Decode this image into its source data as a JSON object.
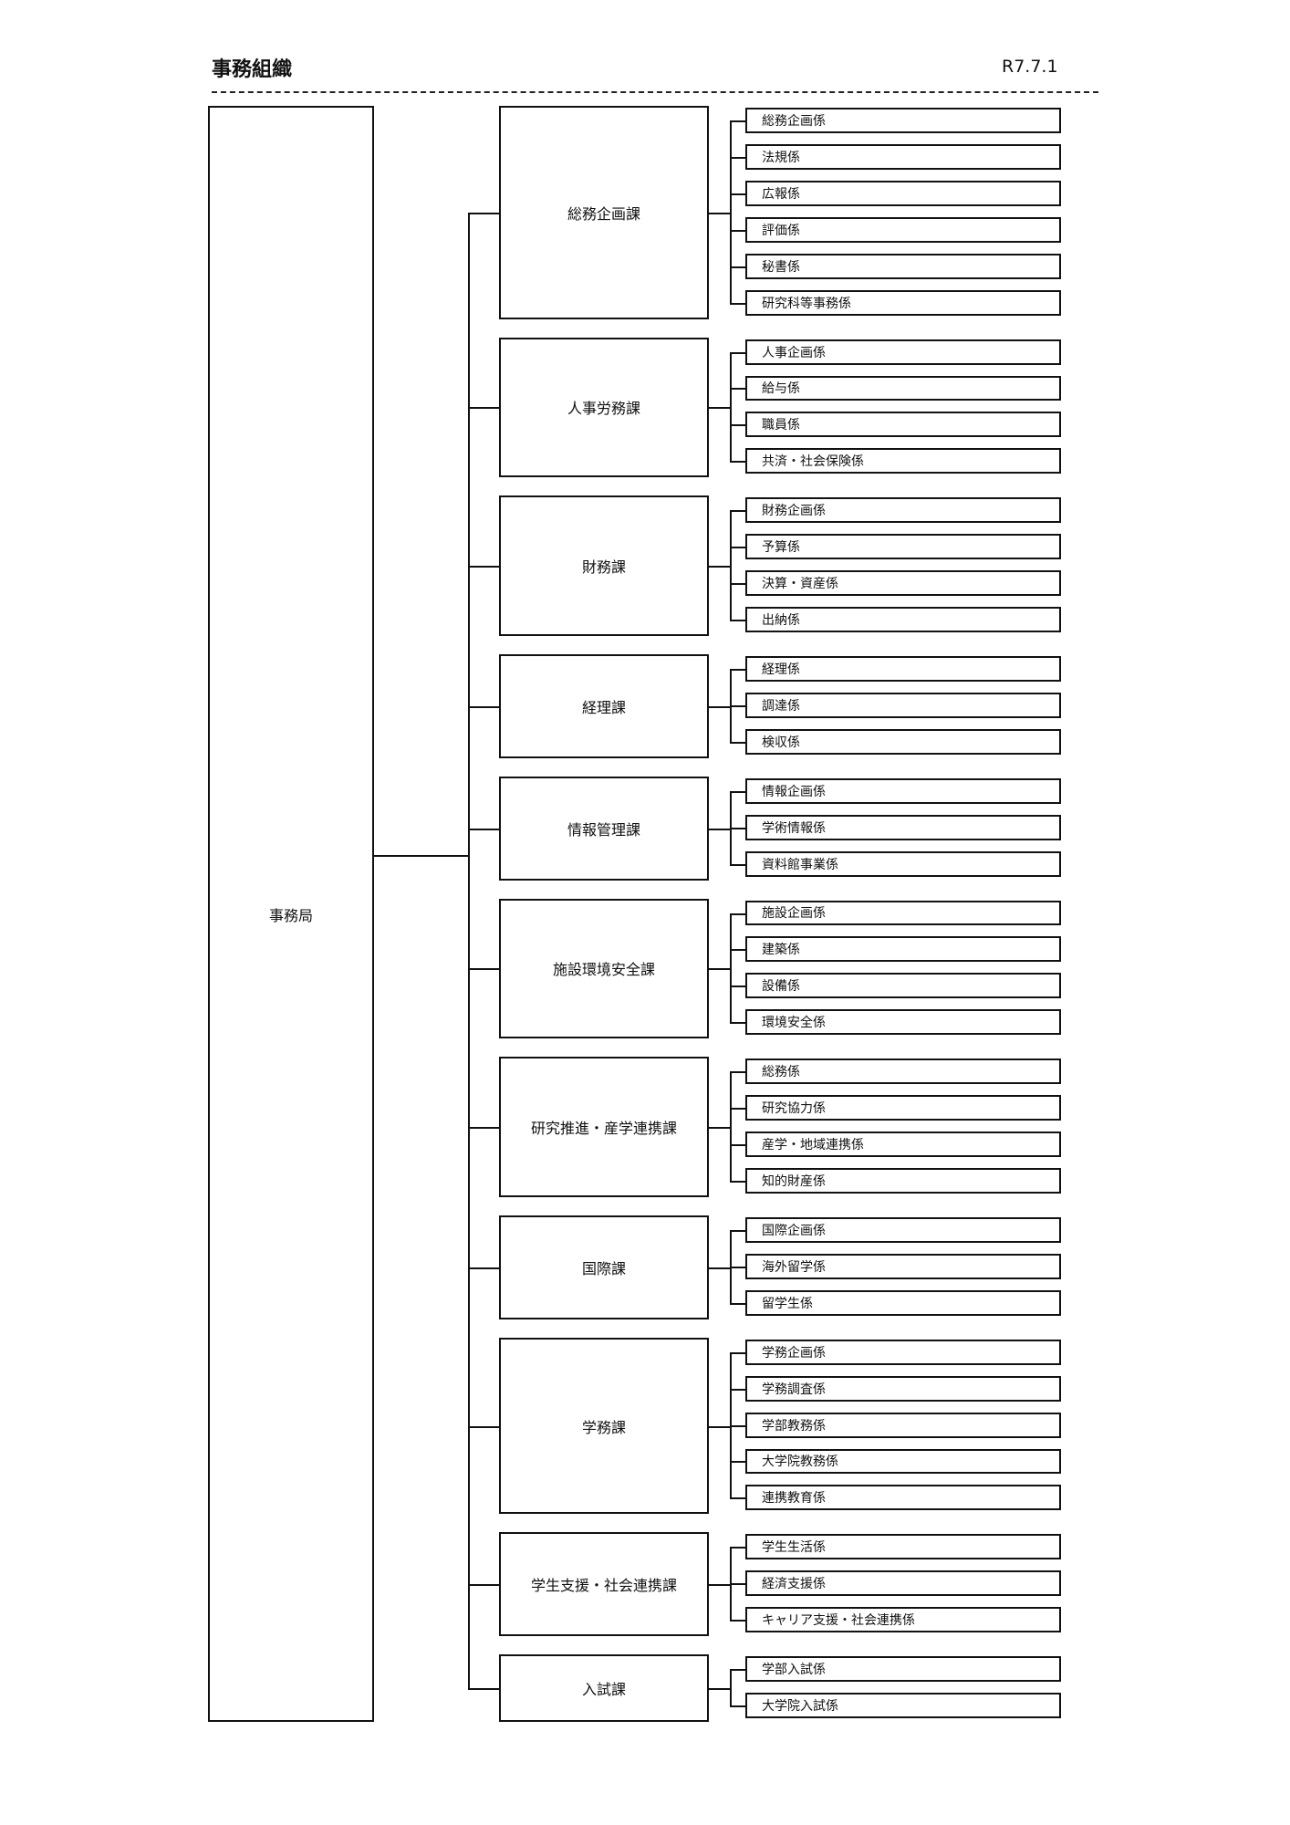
{
  "header": {
    "title": "事務組織",
    "date": "R7.7.1"
  },
  "org": {
    "root": "事務局",
    "sections": [
      {
        "name": "総務企画課",
        "units": [
          "総務企画係",
          "法規係",
          "広報係",
          "評価係",
          "秘書係",
          "研究科等事務係"
        ]
      },
      {
        "name": "人事労務課",
        "units": [
          "人事企画係",
          "給与係",
          "職員係",
          "共済・社会保険係"
        ]
      },
      {
        "name": "財務課",
        "units": [
          "財務企画係",
          "予算係",
          "決算・資産係",
          "出納係"
        ]
      },
      {
        "name": "経理課",
        "units": [
          "経理係",
          "調達係",
          "検収係"
        ]
      },
      {
        "name": "情報管理課",
        "units": [
          "情報企画係",
          "学術情報係",
          "資料館事業係"
        ]
      },
      {
        "name": "施設環境安全課",
        "units": [
          "施設企画係",
          "建築係",
          "設備係",
          "環境安全係"
        ]
      },
      {
        "name": "研究推進・産学連携課",
        "units": [
          "総務係",
          "研究協力係",
          "産学・地域連携係",
          "知的財産係"
        ]
      },
      {
        "name": "国際課",
        "units": [
          "国際企画係",
          "海外留学係",
          "留学生係"
        ]
      },
      {
        "name": "学務課",
        "units": [
          "学務企画係",
          "学務調査係",
          "学部教務係",
          "大学院教務係",
          "連携教育係"
        ]
      },
      {
        "name": "学生支援・社会連携課",
        "units": [
          "学生生活係",
          "経済支援係",
          "キャリア支援・社会連携係"
        ]
      },
      {
        "name": "入試課",
        "units": [
          "学部入試係",
          "大学院入試係"
        ]
      }
    ]
  }
}
